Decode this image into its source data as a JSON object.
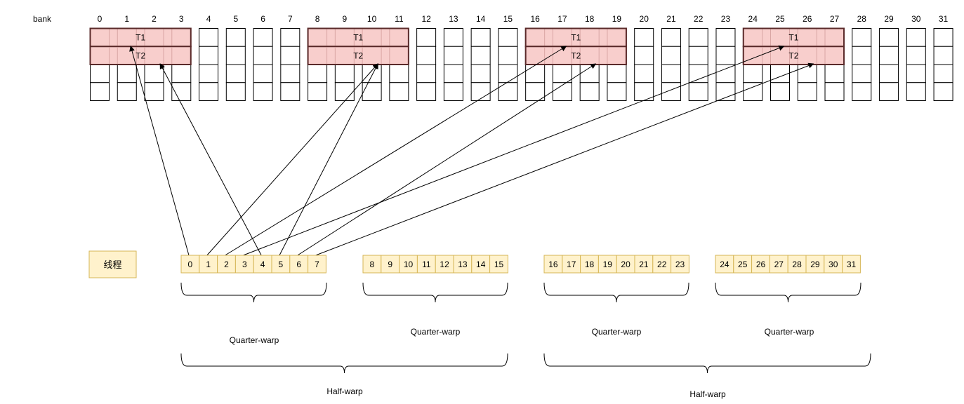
{
  "bank_label": "bank",
  "bank_numbers": [
    "0",
    "1",
    "2",
    "3",
    "4",
    "5",
    "6",
    "7",
    "8",
    "9",
    "10",
    "11",
    "12",
    "13",
    "14",
    "15",
    "16",
    "17",
    "18",
    "19",
    "20",
    "21",
    "22",
    "23",
    "24",
    "25",
    "26",
    "27",
    "28",
    "29",
    "30",
    "31"
  ],
  "bank_rows": 4,
  "highlight_groups": [
    {
      "first_bank": 0,
      "last_bank": 3,
      "labels": [
        "T1",
        "T2"
      ]
    },
    {
      "first_bank": 8,
      "last_bank": 11,
      "labels": [
        "T1",
        "T2"
      ]
    },
    {
      "first_bank": 16,
      "last_bank": 19,
      "labels": [
        "T1",
        "T2"
      ]
    },
    {
      "first_bank": 24,
      "last_bank": 27,
      "labels": [
        "T1",
        "T2"
      ]
    }
  ],
  "thread_label": "线程",
  "thread_groups": [
    [
      "0",
      "1",
      "2",
      "3",
      "4",
      "5",
      "6",
      "7"
    ],
    [
      "8",
      "9",
      "10",
      "11",
      "12",
      "13",
      "14",
      "15"
    ],
    [
      "16",
      "17",
      "18",
      "19",
      "20",
      "21",
      "22",
      "23"
    ],
    [
      "24",
      "25",
      "26",
      "27",
      "28",
      "29",
      "30",
      "31"
    ]
  ],
  "quarter_warp_label": "Quarter-warp",
  "half_warp_label": "Half-warp",
  "arrows": [
    {
      "thread": 0,
      "group": 0,
      "row": "T1"
    },
    {
      "thread": 1,
      "group": 1,
      "row": "T2"
    },
    {
      "thread": 2,
      "group": 2,
      "row": "T1"
    },
    {
      "thread": 3,
      "group": 3,
      "row": "T1"
    },
    {
      "thread": 4,
      "group": 0,
      "row": "T2"
    },
    {
      "thread": 5,
      "group": 1,
      "row": "T2"
    },
    {
      "thread": 6,
      "group": 2,
      "row": "T2"
    },
    {
      "thread": 7,
      "group": 3,
      "row": "T2"
    }
  ],
  "colors": {
    "highlight_fill": "#f8cecc",
    "highlight_stroke": "#5a2a2a",
    "thread_fill": "#fff2cc",
    "thread_stroke": "#d6b656",
    "bank_stroke": "#000000",
    "arrow": "#000000"
  }
}
